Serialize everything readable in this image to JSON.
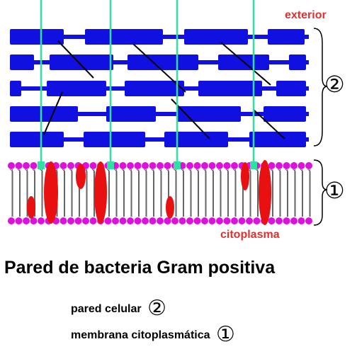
{
  "labels": {
    "exterior": "exterior",
    "cytoplasm": "citoplasma",
    "title": "Pared de bacteria Gram positiva",
    "bracket_wall": "②",
    "bracket_membrane": "①"
  },
  "legend": [
    {
      "text": "pared celular",
      "num": "②"
    },
    {
      "text": "membrana citoplasmática",
      "num": "①"
    }
  ],
  "colors": {
    "peptidoglycan": "#1010e0",
    "teichoic_acid": "#30e0a0",
    "lipid_head": "#dd10dd",
    "membrane_protein": "#e81010",
    "crosslink": "#000000",
    "label_red": "#e03030"
  }
}
